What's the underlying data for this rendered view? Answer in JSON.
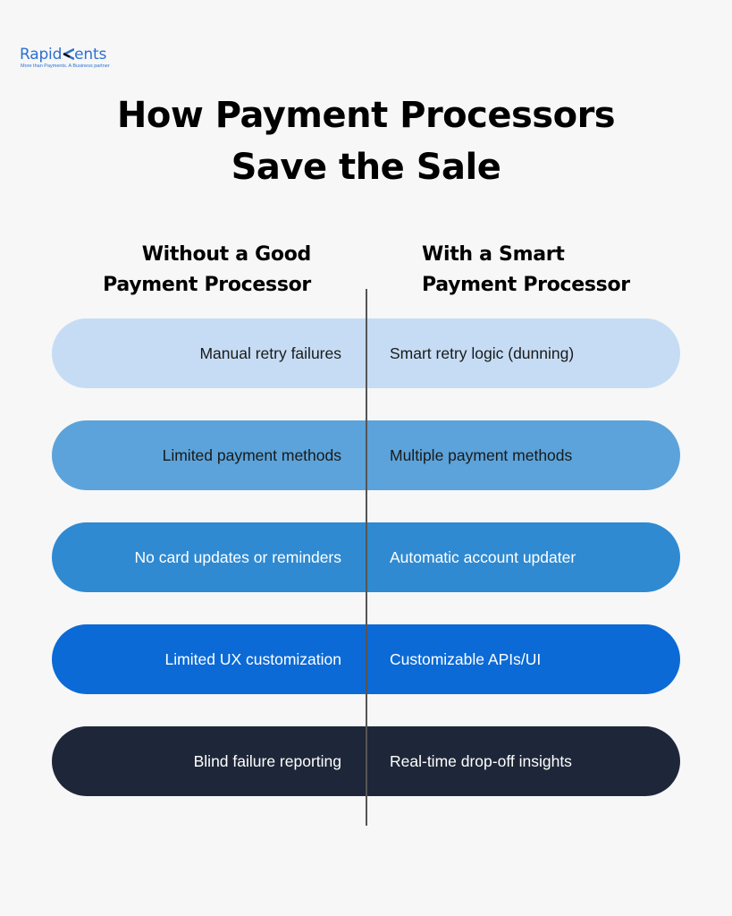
{
  "brand": {
    "logo_prefix": "Rapid",
    "logo_suffix": "ents",
    "tagline": "More than Payments.   A Business partner",
    "color": "#2d6fd1"
  },
  "title": {
    "line1": "How Payment Processors",
    "line2": "Save the Sale"
  },
  "columns": {
    "left": {
      "line1": "Without a Good",
      "line2": "Payment Processor"
    },
    "right": {
      "line1": "With a Smart",
      "line2": "Payment Processor"
    }
  },
  "rows": [
    {
      "without": "Manual retry failures",
      "with": "Smart retry logic (dunning)",
      "bg": "#c5dcf4",
      "fg": "#1a1a1a"
    },
    {
      "without": "Limited payment methods",
      "with": "Multiple payment methods",
      "bg": "#5ba3da",
      "fg": "#1a1a1a"
    },
    {
      "without": "No card updates or reminders",
      "with": "Automatic account updater",
      "bg": "#2f8ad1",
      "fg": "#ffffff"
    },
    {
      "without": "Limited UX customization",
      "with": "Customizable APIs/UI",
      "bg": "#0b6ad6",
      "fg": "#ffffff"
    },
    {
      "without": "Blind failure reporting",
      "with": "Real-time drop-off insights",
      "bg": "#1e2739",
      "fg": "#ffffff"
    }
  ]
}
